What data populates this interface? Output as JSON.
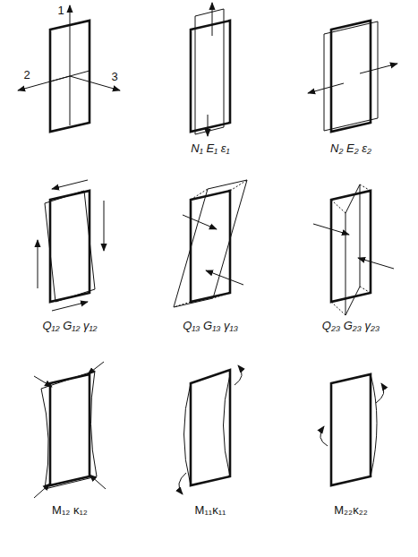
{
  "diagram": {
    "labels": [
      "1",
      "2",
      "3",
      "N₁ E₁ ε₁",
      "N₂ E₂ ε₂",
      "Q₁₂ G₁₂ γ₁₂",
      "Q₁₃ G₁₃ γ₁₃",
      "Q₂₃ G₂₃ γ₂₃",
      "M₁₂ κ₁₂",
      "M₁₁κ₁₁",
      "M₂₂κ₂₂"
    ]
  }
}
